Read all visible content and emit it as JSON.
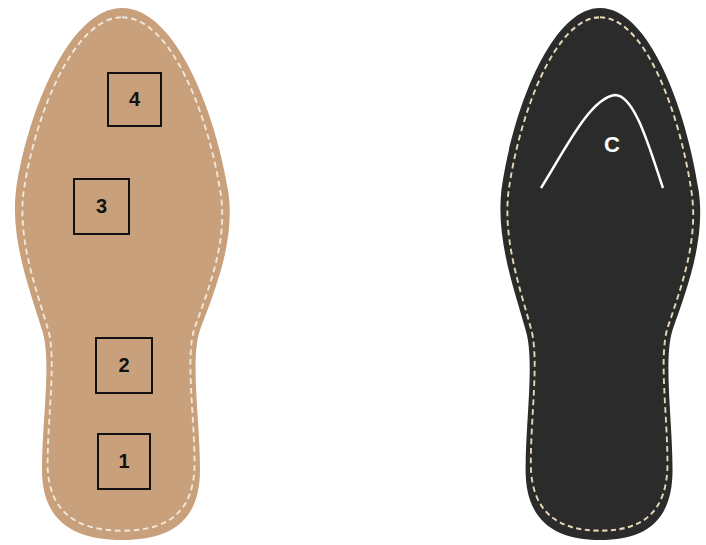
{
  "diagram": {
    "nodes": [
      {
        "text": [
          "4"
        ]
      },
      {
        "text": [
          "3"
        ]
      },
      {
        "text": [
          "2"
        ]
      },
      {
        "text": [
          "1"
        ]
      }
    ],
    "labels": [
      "C"
    ]
  }
}
